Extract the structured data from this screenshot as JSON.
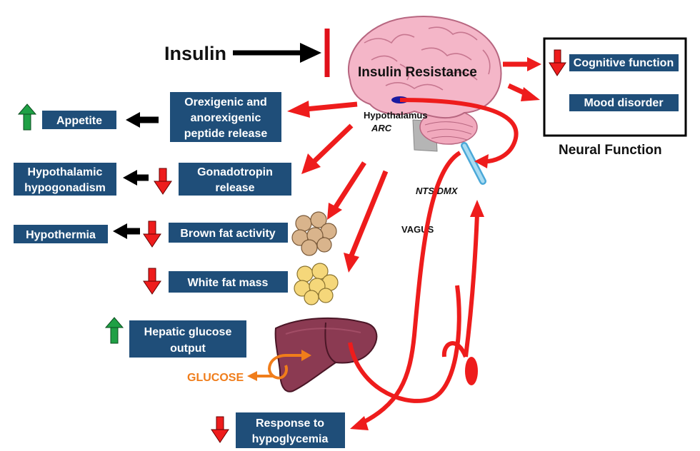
{
  "colors": {
    "box_fill": "#1f4e79",
    "arrow_red": "#ee1c1c",
    "up_green": "#1fa045",
    "glucose_orange": "#f07d1b",
    "brain_pink": "#f4b6c8",
    "liver": "#8b3a52"
  },
  "title": {
    "insulin": "Insulin",
    "insulin_resistance": "Insulin Resistance"
  },
  "brain": {
    "hypothalamus": "Hypothalamus",
    "arc": "ARC",
    "nts_dmx": "NTS/DMX",
    "vagus": "VAGUS"
  },
  "neural": {
    "caption": "Neural Function",
    "cognitive": "Cognitive function",
    "mood": "Mood disorder"
  },
  "boxes": {
    "orexigenic": [
      "Orexigenic and",
      "anorexigenic",
      "peptide release"
    ],
    "appetite": "Appetite",
    "gonadotropin": [
      "Gonadotropin",
      "release"
    ],
    "hypogonadism": [
      "Hypothalamic",
      "hypogonadism"
    ],
    "brown_fat": "Brown fat activity",
    "hypothermia": "Hypothermia",
    "white_fat": "White fat mass",
    "hepatic": [
      "Hepatic glucose",
      "output"
    ],
    "response": [
      "Response to",
      "hypoglycemia"
    ]
  },
  "glucose": "GLUCOSE",
  "icons": [
    "up-arrow-icon",
    "down-arrow-icon",
    "brain-icon",
    "liver-icon",
    "fat-cells-icon"
  ]
}
